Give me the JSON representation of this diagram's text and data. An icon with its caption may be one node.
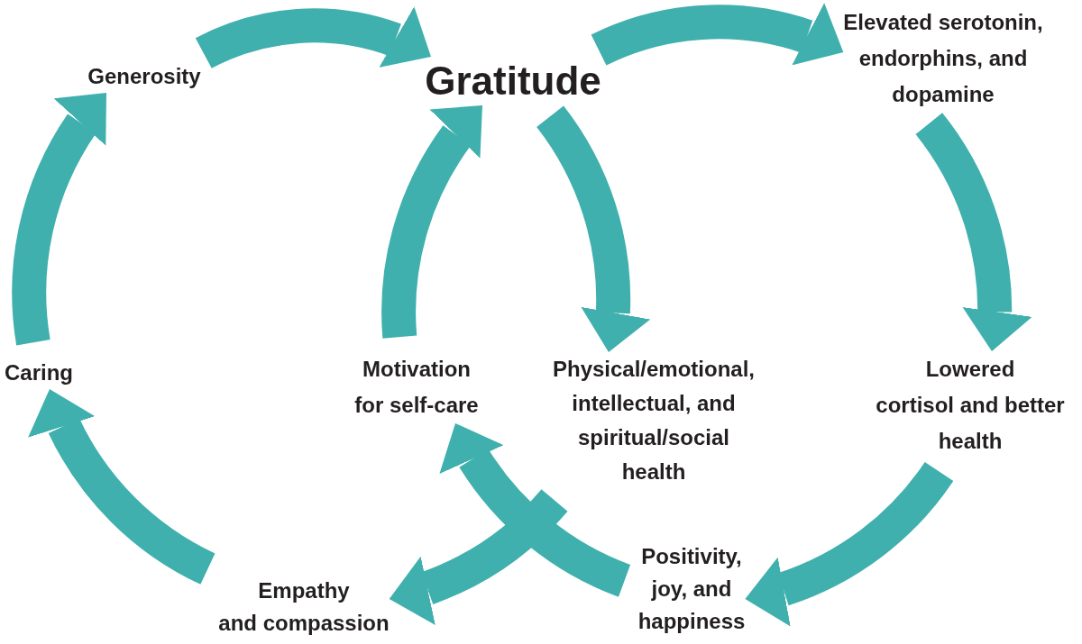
{
  "diagram": {
    "nodes": [
      {
        "text": [
          "Generosity"
        ]
      },
      {
        "text": [
          "Gratitude"
        ]
      },
      {
        "text": [
          "Elevated serotonin, endorphins, and dopamine"
        ]
      },
      {
        "text": [
          "Caring"
        ]
      },
      {
        "text": [
          "Motivation for self-care"
        ]
      },
      {
        "text": [
          "Physical/emotional, intellectual, and spiritual/social health"
        ]
      },
      {
        "text": [
          "Lowered cortisol and better health"
        ]
      },
      {
        "text": [
          "Empathy and compassion"
        ]
      },
      {
        "text": [
          "Positivity, joy, and happiness"
        ]
      }
    ],
    "edges": [
      {
        "from": 0,
        "to": 1,
        "arrow": "to"
      },
      {
        "from": 1,
        "to": 2,
        "arrow": "to"
      },
      {
        "from": 3,
        "to": 0,
        "arrow": "to"
      },
      {
        "from": 4,
        "to": 1,
        "arrow": "to"
      },
      {
        "from": 1,
        "to": 5,
        "arrow": "to"
      },
      {
        "from": 2,
        "to": 6,
        "arrow": "to"
      },
      {
        "from": 7,
        "to": 3,
        "arrow": "to"
      },
      {
        "from": 5,
        "to": 7,
        "arrow": "to"
      },
      {
        "from": 8,
        "to": 4,
        "arrow": "to"
      },
      {
        "from": 6,
        "to": 8,
        "arrow": "to"
      }
    ]
  }
}
